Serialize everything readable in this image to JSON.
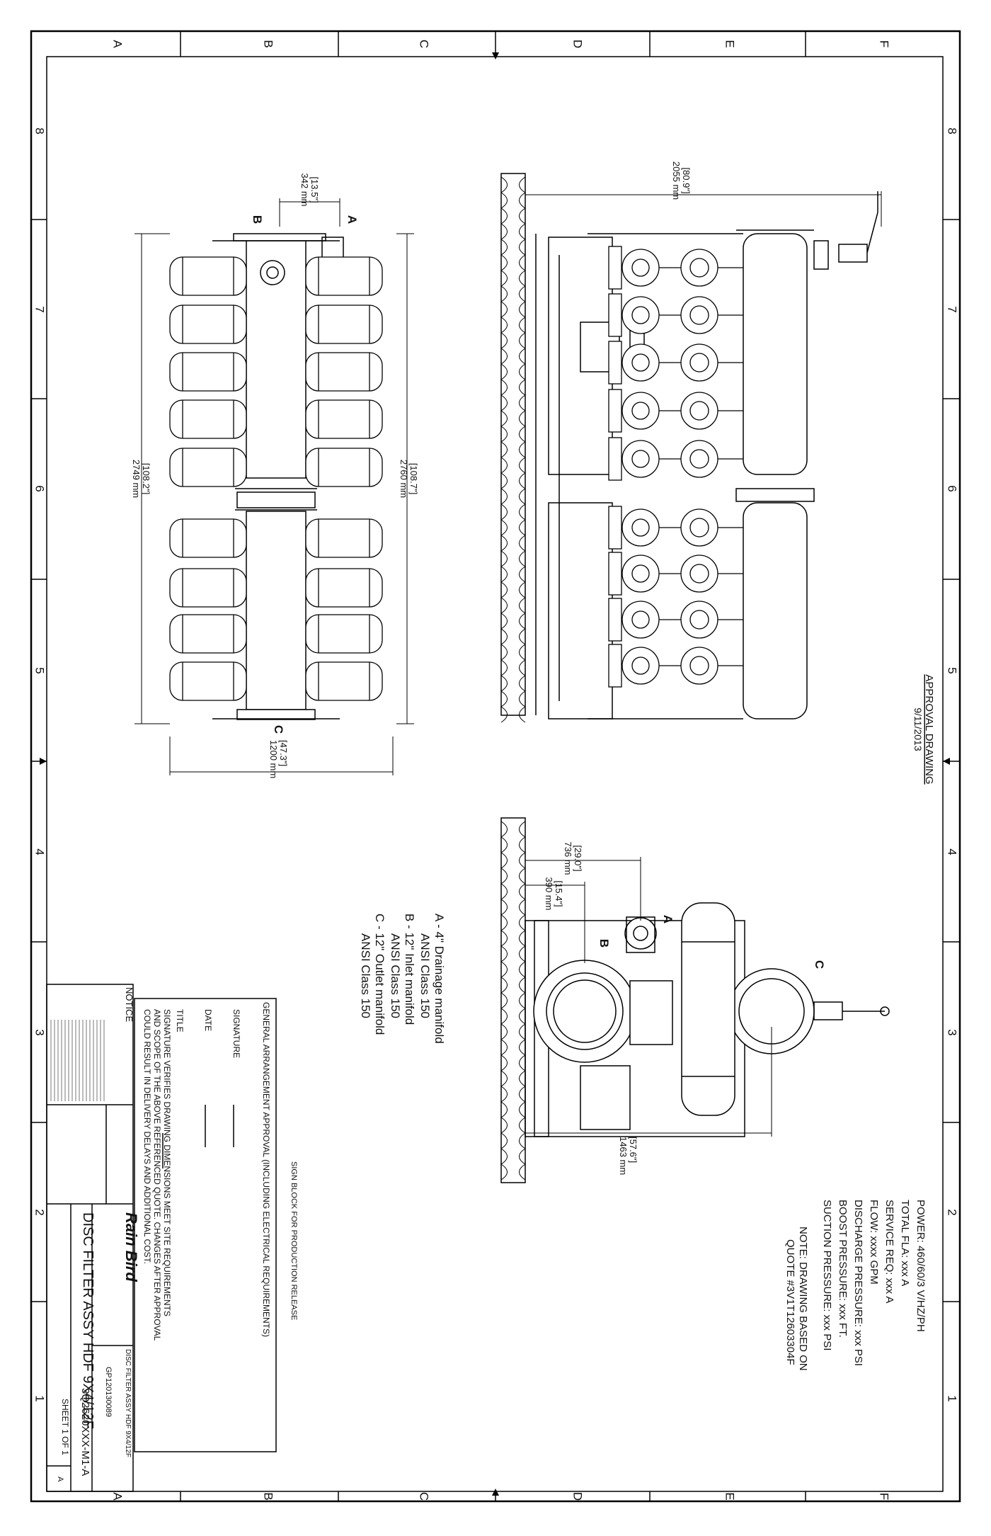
{
  "zones_top": [
    "A",
    "B",
    "C",
    "D",
    "E",
    "F"
  ],
  "zones_side": [
    "8",
    "7",
    "6",
    "5",
    "4",
    "3",
    "2",
    "1"
  ],
  "approval": {
    "title": "APPROVAL DRAWING",
    "date": "9/11/2013"
  },
  "specs": [
    "POWER: 460/60/3 V/HZ/PH",
    "TOTAL FLA: xxx A",
    "SERVICE REQ: xxx A",
    "FLOW: xxxx GPM",
    "DISCHARGE PRESSURE: xxx PSI",
    "BOOST PRESSURE: xxx FT.",
    "SUCTION PRESSURE: xxx PSI"
  ],
  "note_quote": [
    "NOTE: DRAWING BASED ON",
    "QUOTE #3V1T12603304F"
  ],
  "legend": [
    "A - 4\" Drainage manifold",
    "ANSI Class 150",
    "B - 12\" Inlet manifold",
    "ANSI Class 150",
    "C - 12\" Outlet manifold",
    "ANSI Class 150"
  ],
  "dimensions": {
    "top_gap": [
      "[13.5\"]",
      "342 mm"
    ],
    "overall_length": [
      "[108.7\"]",
      "2760 mm"
    ],
    "body_length": [
      "[108.2\"]",
      "2749 mm"
    ],
    "width": [
      "[47.3\"]",
      "1200 mm"
    ],
    "front_height": [
      "[80.9\"]",
      "2055 mm"
    ],
    "end_height": [
      "[57.6\"]",
      "1463 mm"
    ],
    "end_inlet": [
      "[29.0\"]",
      "736 mm"
    ],
    "end_drain": [
      "[15.4\"]",
      "390 mm"
    ]
  },
  "callouts": {
    "a": "A",
    "b": "B",
    "c": "C"
  },
  "signblock": {
    "title": "SIGN BLOCK FOR PRODUCTION RELEASE",
    "heading": "GENERAL ARRANGEMENT APPROVAL (INCLUDING ELECTRICAL REQUIREMENTS)",
    "fields": [
      "SIGNATURE",
      "DATE",
      "TITLE"
    ],
    "note": [
      "SIGNATURE VERIFIES DRAWING DIMENSIONS MEET SITE REQUIREMENTS",
      "AND SCOPE OF THE ABOVE REFERENCED QUOTE. CHANGES AFTER APPROVAL",
      "COULD RESULT IN DELIVERY DELAYS AND ADDITIONAL COST."
    ]
  },
  "titleblock": {
    "notice": "NOTICE",
    "brand": "Rain Bird",
    "title": "DISC FILTER ASSY HDF 9X4/12F",
    "file_title": "DISC FILTER ASSY HDF 9X4/12F",
    "file_no": "GP120130089",
    "drawing_number": "3Q2620XXX-M1-A",
    "sheet": "SHEET 1 OF 1",
    "rev": "A"
  }
}
